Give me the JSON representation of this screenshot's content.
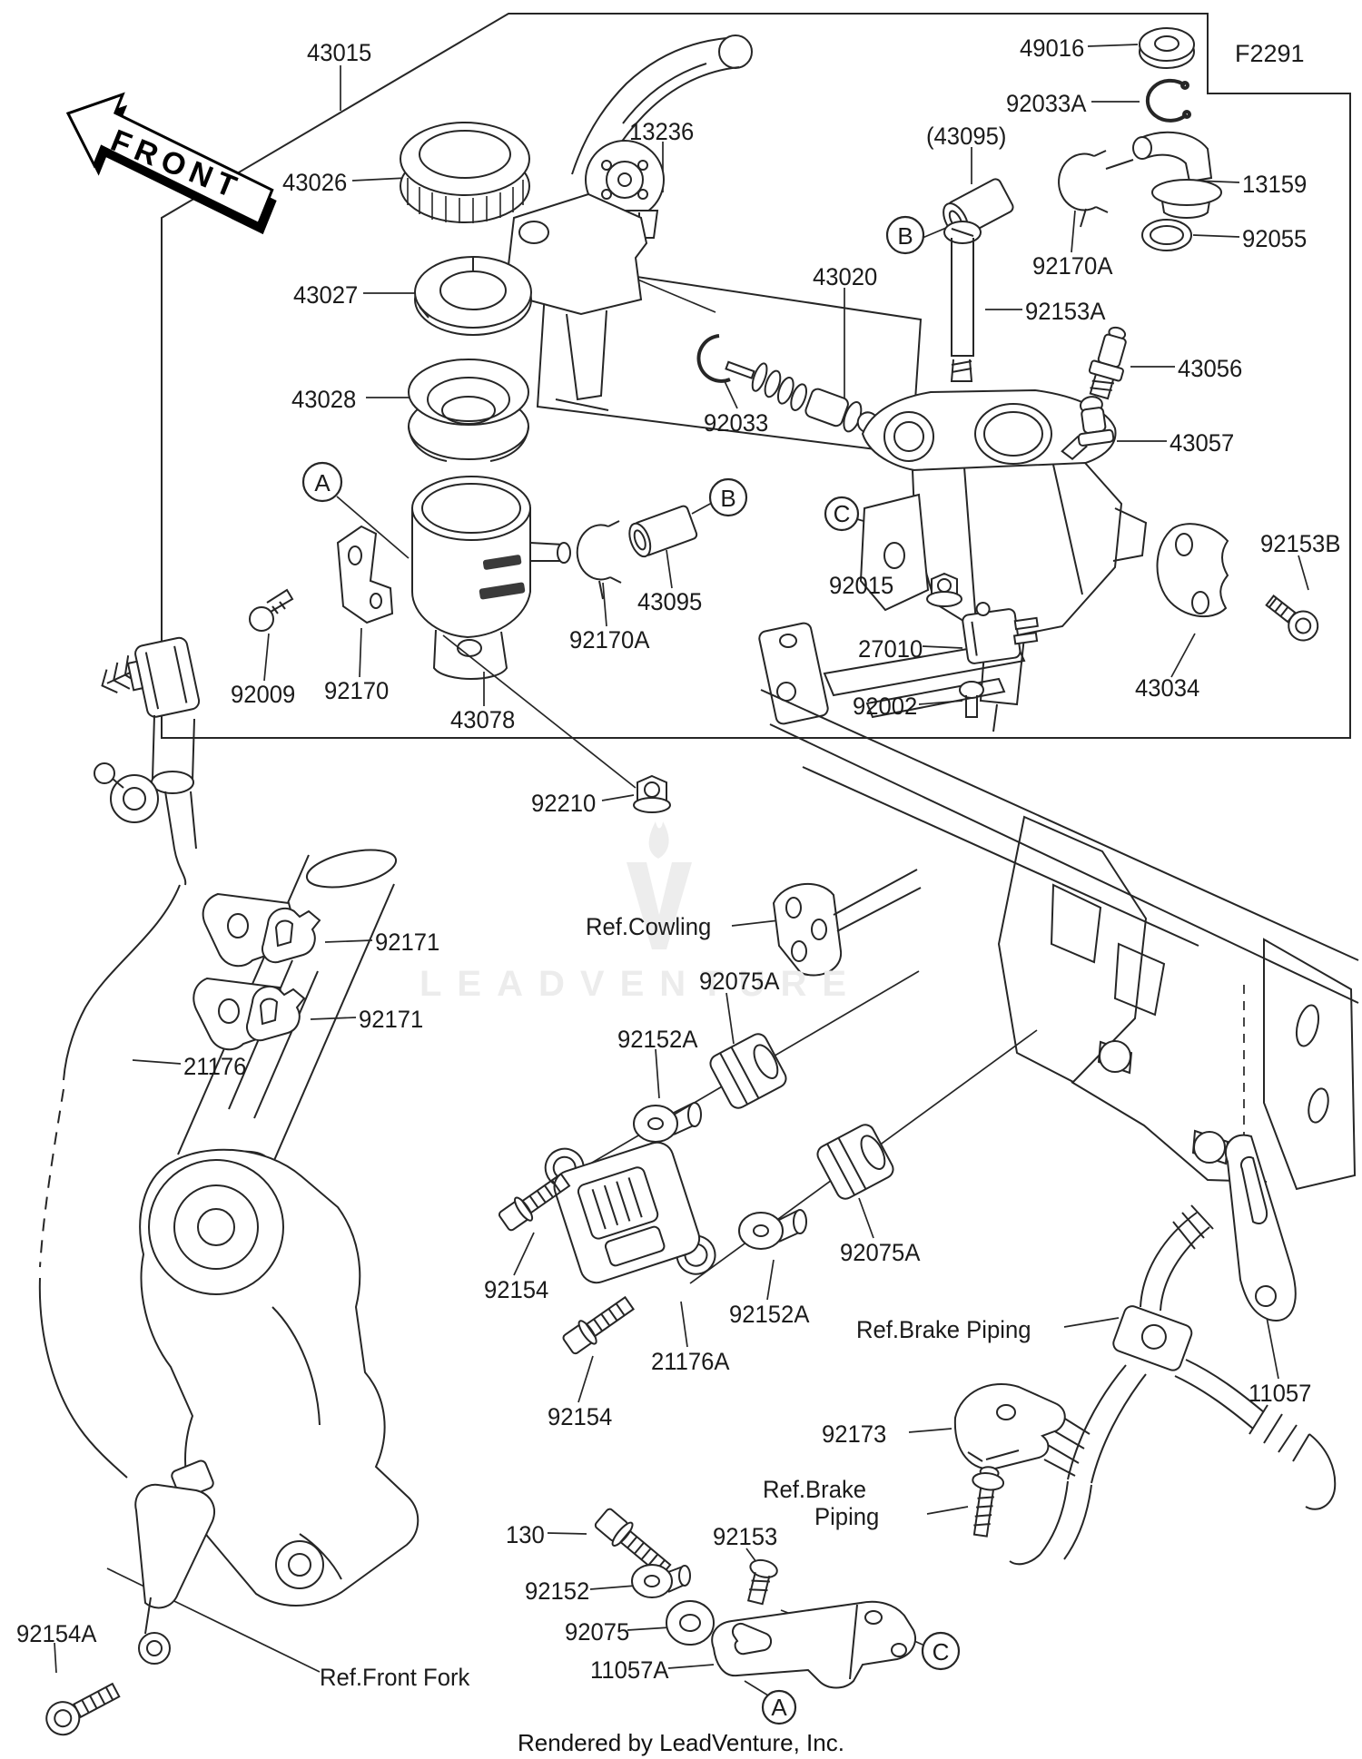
{
  "page": {
    "front_arrow": "FRONT",
    "page_code": "F2291",
    "watermark": "LEADVENTURE",
    "footer": "Rendered by LeadVenture, Inc."
  },
  "markers": [
    {
      "letter": "A"
    },
    {
      "letter": "B"
    },
    {
      "letter": "B"
    },
    {
      "letter": "C"
    },
    {
      "letter": "A"
    },
    {
      "letter": "C"
    }
  ],
  "callouts": [
    {
      "text": "43015"
    },
    {
      "text": "43026"
    },
    {
      "text": "43027"
    },
    {
      "text": "43028"
    },
    {
      "text": "13236"
    },
    {
      "text": "49016"
    },
    {
      "text": "92033A"
    },
    {
      "text": "(43095)"
    },
    {
      "text": "13159"
    },
    {
      "text": "92055"
    },
    {
      "text": "92170A"
    },
    {
      "text": "92153A"
    },
    {
      "text": "43020"
    },
    {
      "text": "92033"
    },
    {
      "text": "43056"
    },
    {
      "text": "43057"
    },
    {
      "text": "92153B"
    },
    {
      "text": "92015"
    },
    {
      "text": "27010"
    },
    {
      "text": "92002"
    },
    {
      "text": "43034"
    },
    {
      "text": "92009"
    },
    {
      "text": "92170"
    },
    {
      "text": "43078"
    },
    {
      "text": "92170A"
    },
    {
      "text": "43095"
    },
    {
      "text": "92210"
    },
    {
      "text": "Ref.Cowling"
    },
    {
      "text": "92075A"
    },
    {
      "text": "92152A"
    },
    {
      "text": "92171"
    },
    {
      "text": "92171"
    },
    {
      "text": "21176"
    },
    {
      "text": "92154"
    },
    {
      "text": "21176A"
    },
    {
      "text": "92152A"
    },
    {
      "text": "92075A"
    },
    {
      "text": "Ref.Brake Piping"
    },
    {
      "text": "11057"
    },
    {
      "text": "92173"
    },
    {
      "text": "Ref.Brake"
    },
    {
      "text": "Piping"
    },
    {
      "text": "92153"
    },
    {
      "text": "130"
    },
    {
      "text": "92152"
    },
    {
      "text": "92075"
    },
    {
      "text": "11057A"
    },
    {
      "text": "92154"
    },
    {
      "text": "92154A"
    },
    {
      "text": "Ref.Front Fork"
    }
  ]
}
